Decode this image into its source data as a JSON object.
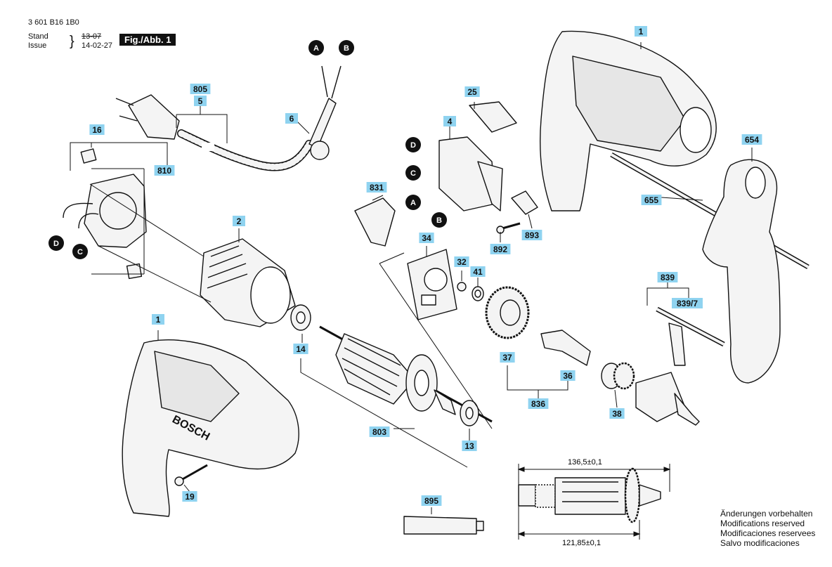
{
  "header": {
    "doc_number": "3 601 B16 1B0",
    "stand_label": "Stand",
    "issue_label": "Issue",
    "stand_value_struck": "13-07",
    "issue_value": "14-02-27",
    "figure_label": "Fig./Abb. 1"
  },
  "parts": [
    {
      "id": "p1a",
      "label": "1"
    },
    {
      "id": "p1b",
      "label": "1"
    },
    {
      "id": "p2",
      "label": "2"
    },
    {
      "id": "p4",
      "label": "4"
    },
    {
      "id": "p5",
      "label": "5"
    },
    {
      "id": "p6",
      "label": "6"
    },
    {
      "id": "p13",
      "label": "13"
    },
    {
      "id": "p14",
      "label": "14"
    },
    {
      "id": "p16",
      "label": "16"
    },
    {
      "id": "p19",
      "label": "19"
    },
    {
      "id": "p25",
      "label": "25"
    },
    {
      "id": "p32",
      "label": "32"
    },
    {
      "id": "p34",
      "label": "34"
    },
    {
      "id": "p36",
      "label": "36"
    },
    {
      "id": "p37",
      "label": "37"
    },
    {
      "id": "p38",
      "label": "38"
    },
    {
      "id": "p41",
      "label": "41"
    },
    {
      "id": "p654",
      "label": "654"
    },
    {
      "id": "p655",
      "label": "655"
    },
    {
      "id": "p803",
      "label": "803"
    },
    {
      "id": "p805",
      "label": "805"
    },
    {
      "id": "p810",
      "label": "810"
    },
    {
      "id": "p831",
      "label": "831"
    },
    {
      "id": "p836",
      "label": "836"
    },
    {
      "id": "p839",
      "label": "839"
    },
    {
      "id": "p8397",
      "label": "839/7"
    },
    {
      "id": "p892",
      "label": "892"
    },
    {
      "id": "p893",
      "label": "893"
    },
    {
      "id": "p895",
      "label": "895"
    }
  ],
  "connectors": [
    {
      "id": "cA1",
      "letter": "A"
    },
    {
      "id": "cB1",
      "letter": "B"
    },
    {
      "id": "cD1",
      "letter": "D"
    },
    {
      "id": "cC1",
      "letter": "C"
    },
    {
      "id": "cA2",
      "letter": "A"
    },
    {
      "id": "cB2",
      "letter": "B"
    },
    {
      "id": "cD2",
      "letter": "D"
    },
    {
      "id": "cC2",
      "letter": "C"
    }
  ],
  "dimensions": {
    "overall": "136,5±0,1",
    "body": "121,85±0,1"
  },
  "brand_text": "BOSCH",
  "notes": [
    "Änderungen vorbehalten",
    "Modifications reserved",
    "Modificaciones reservees",
    "Salvo modificaciones"
  ],
  "colors": {
    "label_bg": "#8fd3f0",
    "ink": "#111111",
    "part_fill": "#f4f4f4"
  }
}
